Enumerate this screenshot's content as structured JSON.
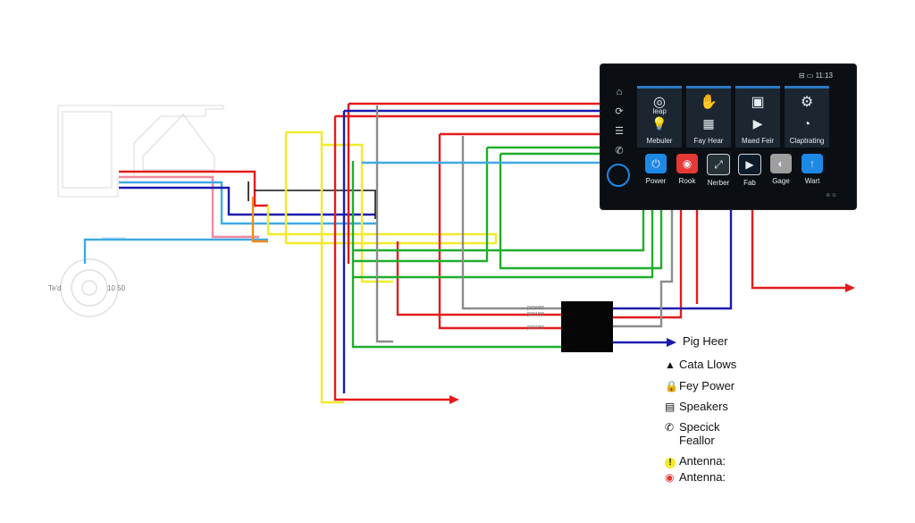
{
  "head_unit": {
    "status": "⊟ ▭ 11:13",
    "side_icons": [
      "⌂",
      "⟳",
      "☰",
      "✆"
    ],
    "tiles": [
      {
        "icon": "warning-icon",
        "glyph": "◎",
        "label": "Ieap"
      },
      {
        "icon": "hand-icon",
        "glyph": "✋",
        "label": ""
      },
      {
        "icon": "document-icon",
        "glyph": "▣",
        "label": ""
      },
      {
        "icon": "settings-icon",
        "glyph": "⚙",
        "label": ""
      },
      {
        "icon": "bulb-icon",
        "glyph": "💡",
        "label": "Mebuler"
      },
      {
        "icon": "grid-icon",
        "glyph": "▦",
        "label": "Fay Hear"
      },
      {
        "icon": "media-icon",
        "glyph": "▶",
        "label": "Maed Feir"
      },
      {
        "icon": "dial-icon",
        "glyph": "◔",
        "label": "Claptrating"
      }
    ],
    "apps": [
      {
        "icon": "power-icon",
        "glyph": "⏻",
        "label": "Power",
        "color": "#1e88e5"
      },
      {
        "icon": "chrome-icon",
        "glyph": "◉",
        "label": "Rook",
        "color": "#e53935"
      },
      {
        "icon": "maps-icon",
        "glyph": "⤢",
        "label": "Nerber",
        "color": "#263238"
      },
      {
        "icon": "play-icon",
        "glyph": "▶",
        "label": "Fab",
        "color": "#0d1b2a"
      },
      {
        "icon": "game-icon",
        "glyph": "◐",
        "label": "Gage",
        "color": "#9e9e9e"
      },
      {
        "icon": "nav-icon",
        "glyph": "↑",
        "label": "Wart",
        "color": "#1e88e5"
      }
    ],
    "footnote": "⊕ ⊖"
  },
  "connector_labels": [
    "power",
    "power",
    "power"
  ],
  "small_texts": {
    "left_a": "Te'd",
    "left_b": "10 50",
    "cable": "≈≈≈≈≈≈≈"
  },
  "legend": [
    {
      "icon": "arrow-icon",
      "glyph": "→",
      "label": "Pig Heer"
    },
    {
      "icon": "warning-icon",
      "glyph": "▲",
      "label": "Cata Llows"
    },
    {
      "icon": "lock-icon",
      "glyph": "🔒",
      "label": "Fey Power"
    },
    {
      "icon": "speaker-icon",
      "glyph": "▤",
      "label": "Speakers"
    },
    {
      "icon": "phone-icon",
      "glyph": "✆",
      "label": "Specick"
    },
    {
      "icon": "phone-icon-sub",
      "glyph": "",
      "label": "Feallor"
    },
    {
      "icon": "alert-icon",
      "glyph": "!",
      "label": "Antenna:"
    },
    {
      "icon": "record-icon",
      "glyph": "◉",
      "label": "Antenna:"
    }
  ],
  "colors": {
    "red": "#e41b1b",
    "blue": "#1b1bb0",
    "green": "#1fae2b",
    "yellow": "#f2ea2a",
    "gray": "#8c8c8c",
    "light_blue": "#3fa9e6",
    "pink": "#ef8aa0",
    "orange": "#f28c1b"
  }
}
